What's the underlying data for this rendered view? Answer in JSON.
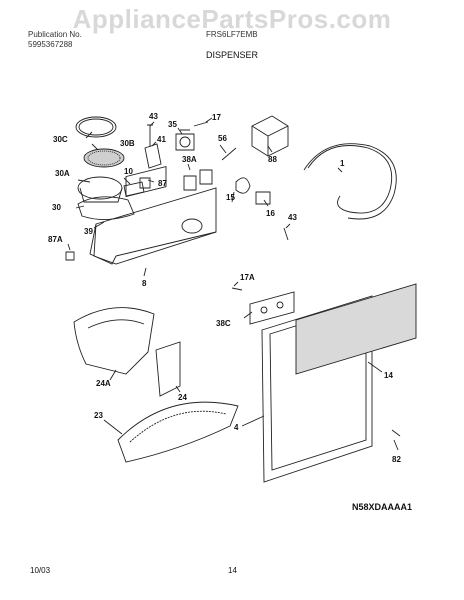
{
  "watermark": "AppliancePartsPros.com",
  "header": {
    "left_line1": "Publication No.",
    "left_line2": "5995367288",
    "middle": "FRS6LF7EMB",
    "section_title": "DISPENSER"
  },
  "labels": {
    "p30c": "30C",
    "p30b": "30B",
    "p30a": "30A",
    "p30": "30",
    "p10": "10",
    "p43a": "43",
    "p41": "41",
    "p35": "35",
    "p17": "17",
    "p56": "56",
    "p88": "88",
    "p1": "1",
    "p38a": "38A",
    "p87": "87",
    "p39": "39",
    "p15": "15",
    "p16": "16",
    "p43b": "43",
    "p87a": "87A",
    "p8": "8",
    "p17a": "17A",
    "p38c": "38C",
    "p14": "14",
    "p24a": "24A",
    "p24": "24",
    "p23": "23",
    "p4": "4",
    "p82": "82"
  },
  "model_code": "N58XDAAAA1",
  "footer": {
    "date": "10/03",
    "page": "14"
  }
}
